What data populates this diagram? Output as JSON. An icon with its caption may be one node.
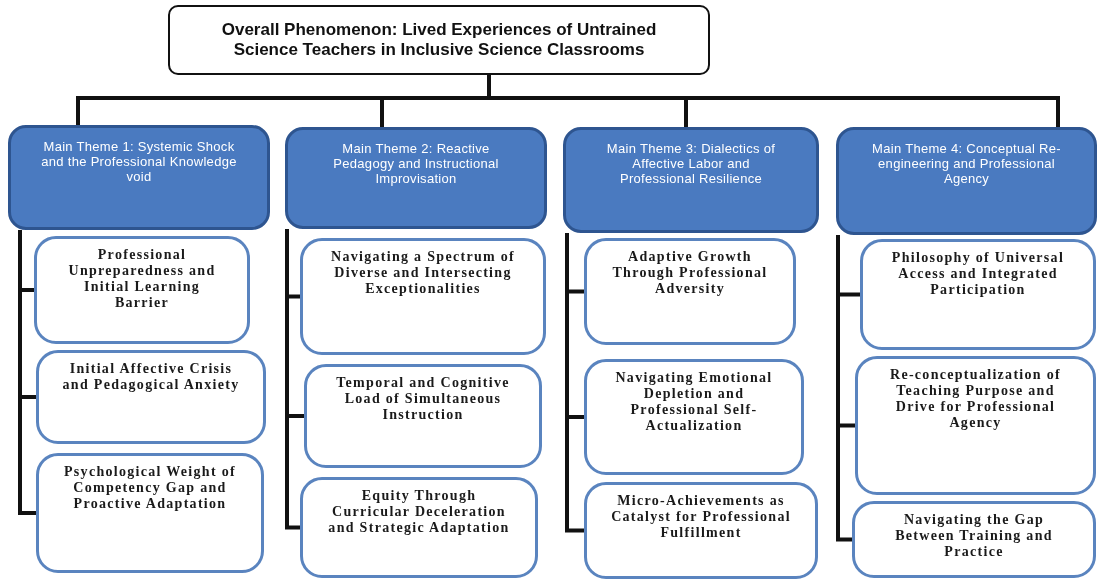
{
  "diagram": {
    "nodes": [
      {
        "text": [
          "Overall Phenomenon:  Lived Experiences of Untrained Science Teachers in Inclusive Science Classrooms"
        ]
      },
      {
        "text": [
          "Main Theme 1: Systemic Shock and the Professional Knowledge void"
        ]
      },
      {
        "text": [
          "Main Theme 2: Reactive Pedagogy and Instructional Improvisation"
        ]
      },
      {
        "text": [
          "Main Theme 3: Dialectics of Affective Labor and Professional Resilience"
        ]
      },
      {
        "text": [
          "Main Theme 4: Conceptual Re-engineering and Professional Agency"
        ]
      },
      {
        "text": [
          "Professional Unpreparedness and Initial Learning Barrier"
        ]
      },
      {
        "text": [
          "Initial Affective Crisis and Pedagogical Anxiety"
        ]
      },
      {
        "text": [
          "Psychological Weight of Competency Gap and Proactive Adaptation"
        ]
      },
      {
        "text": [
          "Navigating a Spectrum of Diverse and Intersecting Exceptionalities"
        ]
      },
      {
        "text": [
          "Temporal and Cognitive Load of Simultaneous Instruction"
        ]
      },
      {
        "text": [
          "Equity Through Curricular Deceleration and Strategic Adaptation"
        ]
      },
      {
        "text": [
          "Adaptive Growth Through Professional Adversity"
        ]
      },
      {
        "text": [
          "Navigating Emotional Depletion and Professional Self-Actualization"
        ]
      },
      {
        "text": [
          "Micro-Achievements as Catalyst for Professional Fulfillment"
        ]
      },
      {
        "text": [
          "Philosophy of Universal Access and Integrated Participation"
        ]
      },
      {
        "text": [
          "Re-conceptualization of Teaching Purpose and Drive for Professional Agency"
        ]
      },
      {
        "text": [
          "Navigating the Gap Between Training and Practice"
        ]
      }
    ],
    "edges": [
      {
        "from": 0,
        "to": 1,
        "arrow": "none"
      },
      {
        "from": 0,
        "to": 2,
        "arrow": "none"
      },
      {
        "from": 0,
        "to": 3,
        "arrow": "none"
      },
      {
        "from": 0,
        "to": 4,
        "arrow": "none"
      },
      {
        "from": 1,
        "to": 5,
        "arrow": "none"
      },
      {
        "from": 1,
        "to": 6,
        "arrow": "none"
      },
      {
        "from": 1,
        "to": 7,
        "arrow": "none"
      },
      {
        "from": 2,
        "to": 8,
        "arrow": "none"
      },
      {
        "from": 2,
        "to": 9,
        "arrow": "none"
      },
      {
        "from": 2,
        "to": 10,
        "arrow": "none"
      },
      {
        "from": 3,
        "to": 11,
        "arrow": "none"
      },
      {
        "from": 3,
        "to": 12,
        "arrow": "none"
      },
      {
        "from": 3,
        "to": 13,
        "arrow": "none"
      },
      {
        "from": 4,
        "to": 14,
        "arrow": "none"
      },
      {
        "from": 4,
        "to": 15,
        "arrow": "none"
      },
      {
        "from": 4,
        "to": 16,
        "arrow": "none"
      }
    ]
  }
}
